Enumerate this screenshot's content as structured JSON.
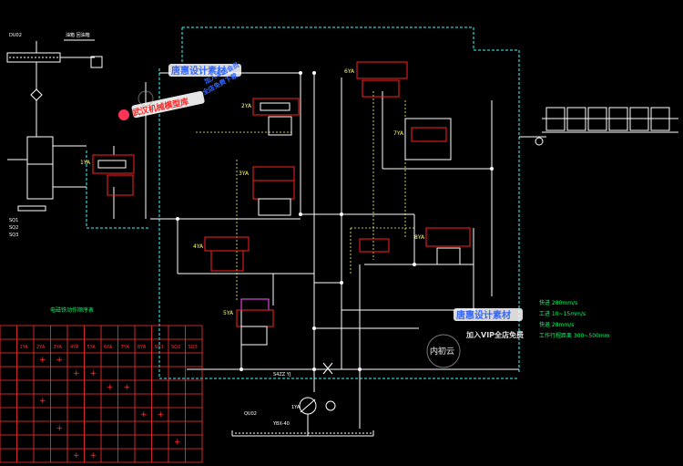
{
  "diagram": {
    "title_left": "动力滑台液压系统图",
    "tank_top_label": "DU02",
    "tank_top_note": "油箱 回油箱",
    "cylinder_note": "2YA",
    "limit_labels": [
      "SQ1",
      "SQ2",
      "SQ3"
    ],
    "valve_labels": {
      "v1": "1YA",
      "v2": "2YA",
      "v3": "3YA",
      "v4": "4YA",
      "v5": "5YA",
      "v6": "6YA",
      "v7": "7YA",
      "v8": "8YA"
    },
    "pump_label": "1YA",
    "pump_type": "YBX-40",
    "bottom_tank_label": "QU02",
    "relief_label": "S4ZZ YJ",
    "params": [
      "快进 280mm/s",
      "工进 10~15mm/s",
      "快退 28mm/s",
      "工作行程距离 300~500mm"
    ],
    "table_title": "电磁铁动作顺序表",
    "table_header": [
      "",
      "1YA",
      "2YA",
      "3YA",
      "4YA",
      "5YA",
      "6YA",
      "7YA",
      "8YA",
      "SQ1",
      "SQ2",
      "SQ3"
    ],
    "table_marks": "+",
    "watermarks": {
      "w1": "唐惠设计素材",
      "w2": "加入本店会员",
      "w3": "全店免费下载",
      "w4": "武汉机械模型库",
      "w5": "唐惠设计素材",
      "w6": "加入VIP全店免费",
      "w7": "内初云"
    },
    "colors": {
      "background": "#000000",
      "line_white": "#ffffff",
      "line_cyan": "#33ffff",
      "line_yellow": "#ffff66",
      "box_red": "#ff2020",
      "box_magenta": "#ff55ff",
      "text_green": "#00ff66",
      "grid_red": "#ff3333"
    }
  }
}
